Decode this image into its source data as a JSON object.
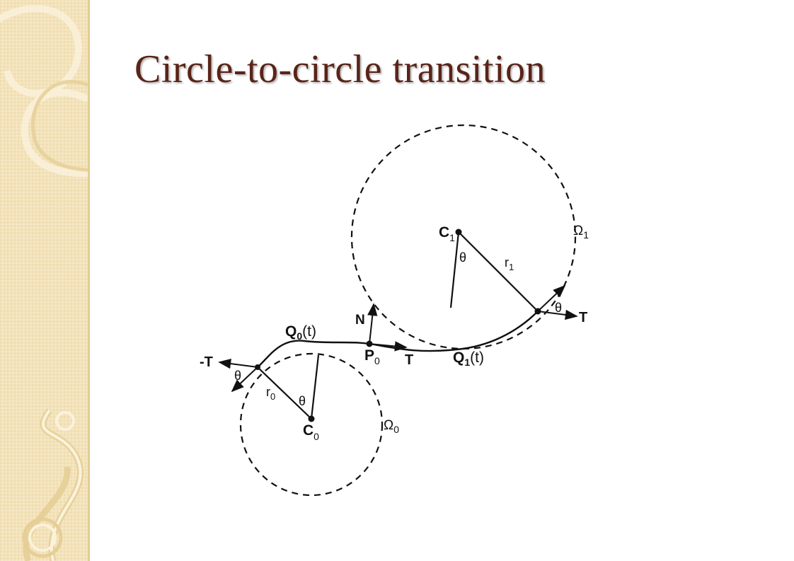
{
  "slide": {
    "title": "Circle-to-circle transition"
  },
  "diagram": {
    "labels": {
      "q0": "Q",
      "q0_sub": "0",
      "q0_arg": "(t)",
      "q1": "Q",
      "q1_sub": "1",
      "q1_arg": "(t)",
      "p0": "P",
      "p0_sub": "0",
      "c0": "C",
      "c0_sub": "0",
      "c1": "C",
      "c1_sub": "1",
      "n": "N",
      "t_mid": "T",
      "t_right": "T",
      "t_left": "-T",
      "r0": "r",
      "r0_sub": "0",
      "r1": "r",
      "r1_sub": "1",
      "theta_left": "θ",
      "theta_c0": "θ",
      "theta_c1": "θ",
      "theta_right": "θ",
      "omega0": "Ω",
      "omega0_sub": "0",
      "omega1": "Ω",
      "omega1_sub": "1"
    },
    "colors": {
      "ink": "#111111",
      "title": "#5a2418",
      "sidebar": "#f4e3b9"
    }
  }
}
